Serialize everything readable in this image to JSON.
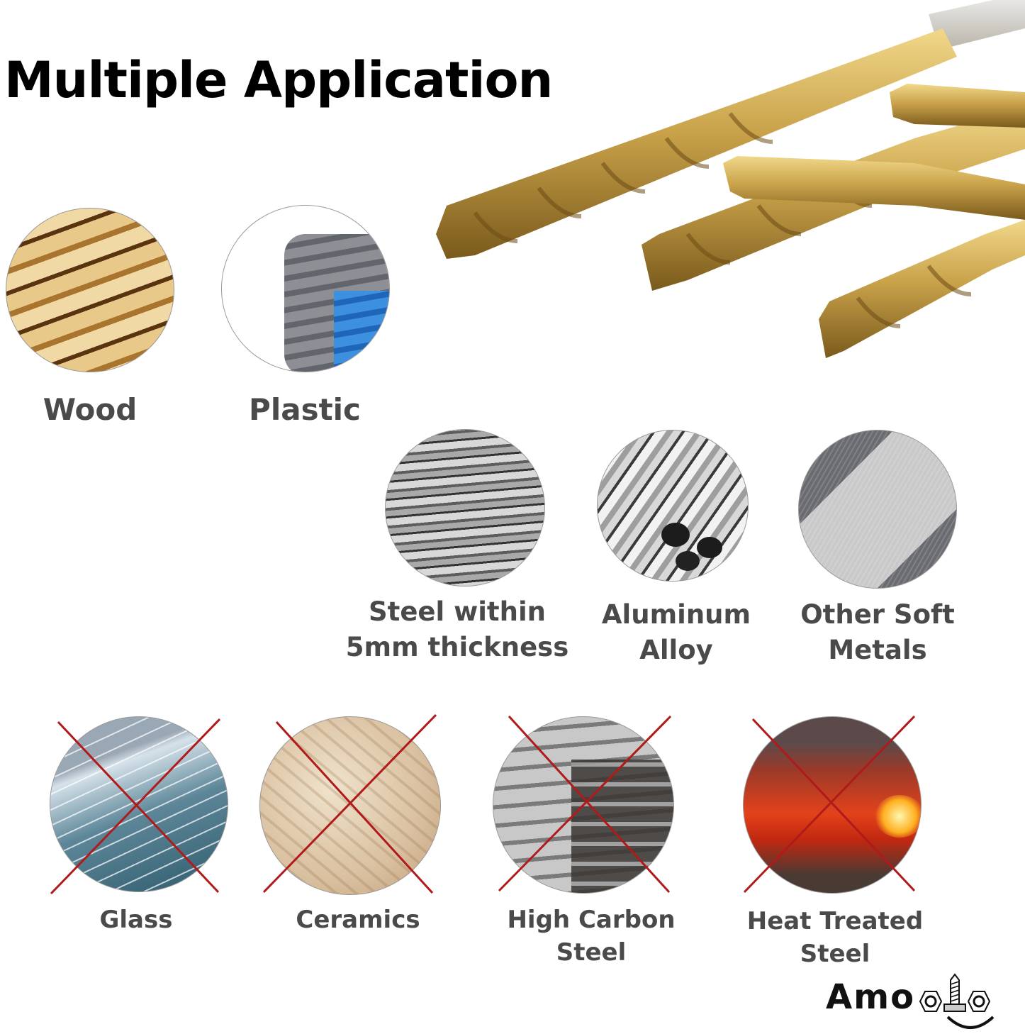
{
  "title": "Multiple Application",
  "suitable_materials": [
    {
      "label": "Wood"
    },
    {
      "label": "Plastic"
    },
    {
      "label_line1": "Steel within",
      "label_line2": "5mm thickness"
    },
    {
      "label_line1": "Aluminum",
      "label_line2": "Alloy"
    },
    {
      "label_line1": "Other Soft",
      "label_line2": "Metals"
    }
  ],
  "unsuitable_materials": [
    {
      "label": "Glass"
    },
    {
      "label": "Ceramics"
    },
    {
      "label": "High Carbon Steel"
    },
    {
      "label": "Heat Treated Steel"
    }
  ],
  "brand": {
    "name": "Amo",
    "logo_suffix_icons": [
      "hex-nut-icon",
      "screw-icon",
      "hex-nut-icon",
      "smile-icon"
    ]
  },
  "colors": {
    "cross_mark": "#b01a1a",
    "label_text": "#4a4a4a",
    "drill_gold": "#c9a24a",
    "title": "#000000"
  }
}
